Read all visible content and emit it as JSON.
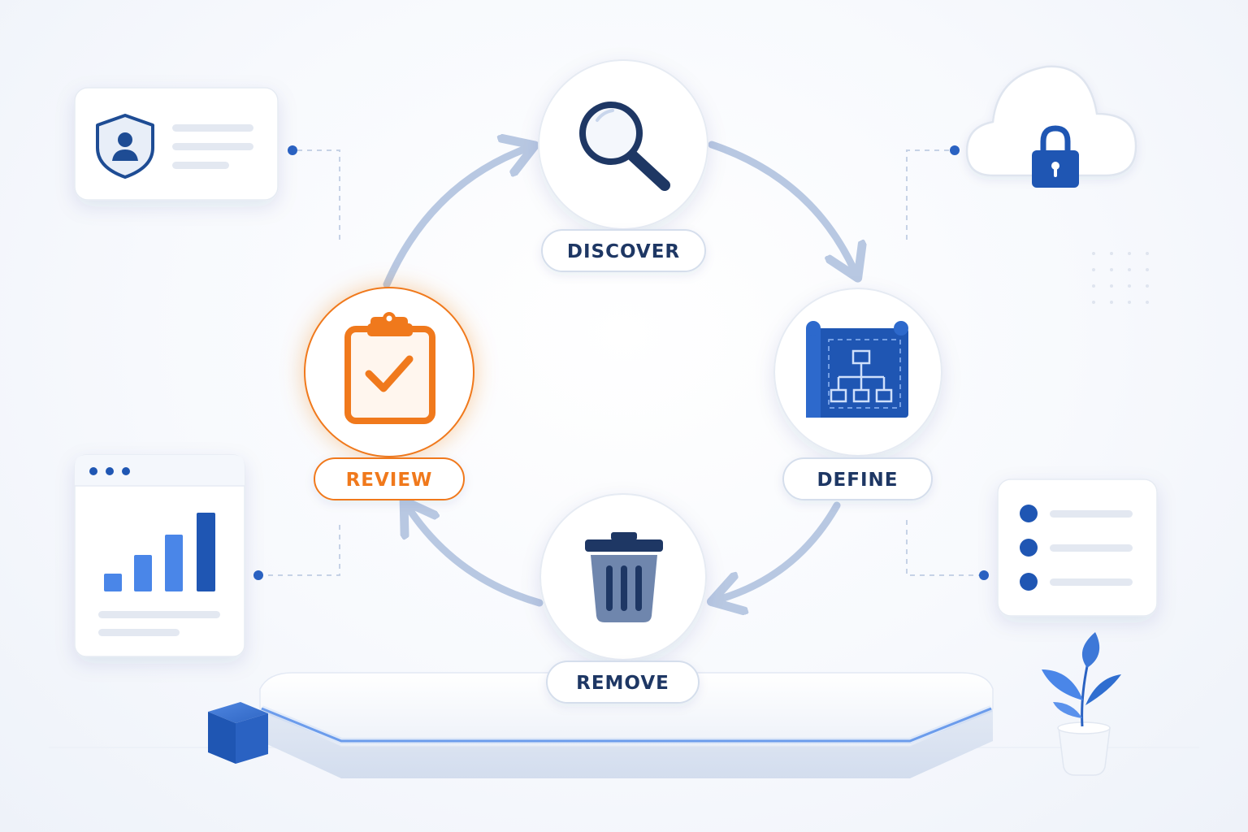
{
  "diagram": {
    "stages": [
      {
        "id": "discover",
        "label": "DISCOVER",
        "icon": "magnifier-icon",
        "state": "normal"
      },
      {
        "id": "define",
        "label": "DEFINE",
        "icon": "blueprint-icon",
        "state": "normal"
      },
      {
        "id": "remove",
        "label": "REMOVE",
        "icon": "trash-icon",
        "state": "normal"
      },
      {
        "id": "review",
        "label": "REVIEW",
        "icon": "clipboard-check-icon",
        "state": "highlighted"
      }
    ],
    "flow_direction": "clockwise",
    "side_cards": [
      {
        "id": "identity-card",
        "icon": "shield-user-icon"
      },
      {
        "id": "cloud-card",
        "icon": "cloud-lock-icon"
      },
      {
        "id": "analytics-card",
        "icon": "bar-chart-icon"
      },
      {
        "id": "checklist-card",
        "icon": "bullet-list-icon"
      }
    ]
  },
  "colors": {
    "primary_blue": "#1f56b3",
    "dark_navy": "#1e3764",
    "accent_orange": "#f0791c",
    "arrow": "#b8c8e2",
    "muted_line": "#e3e8f1"
  }
}
